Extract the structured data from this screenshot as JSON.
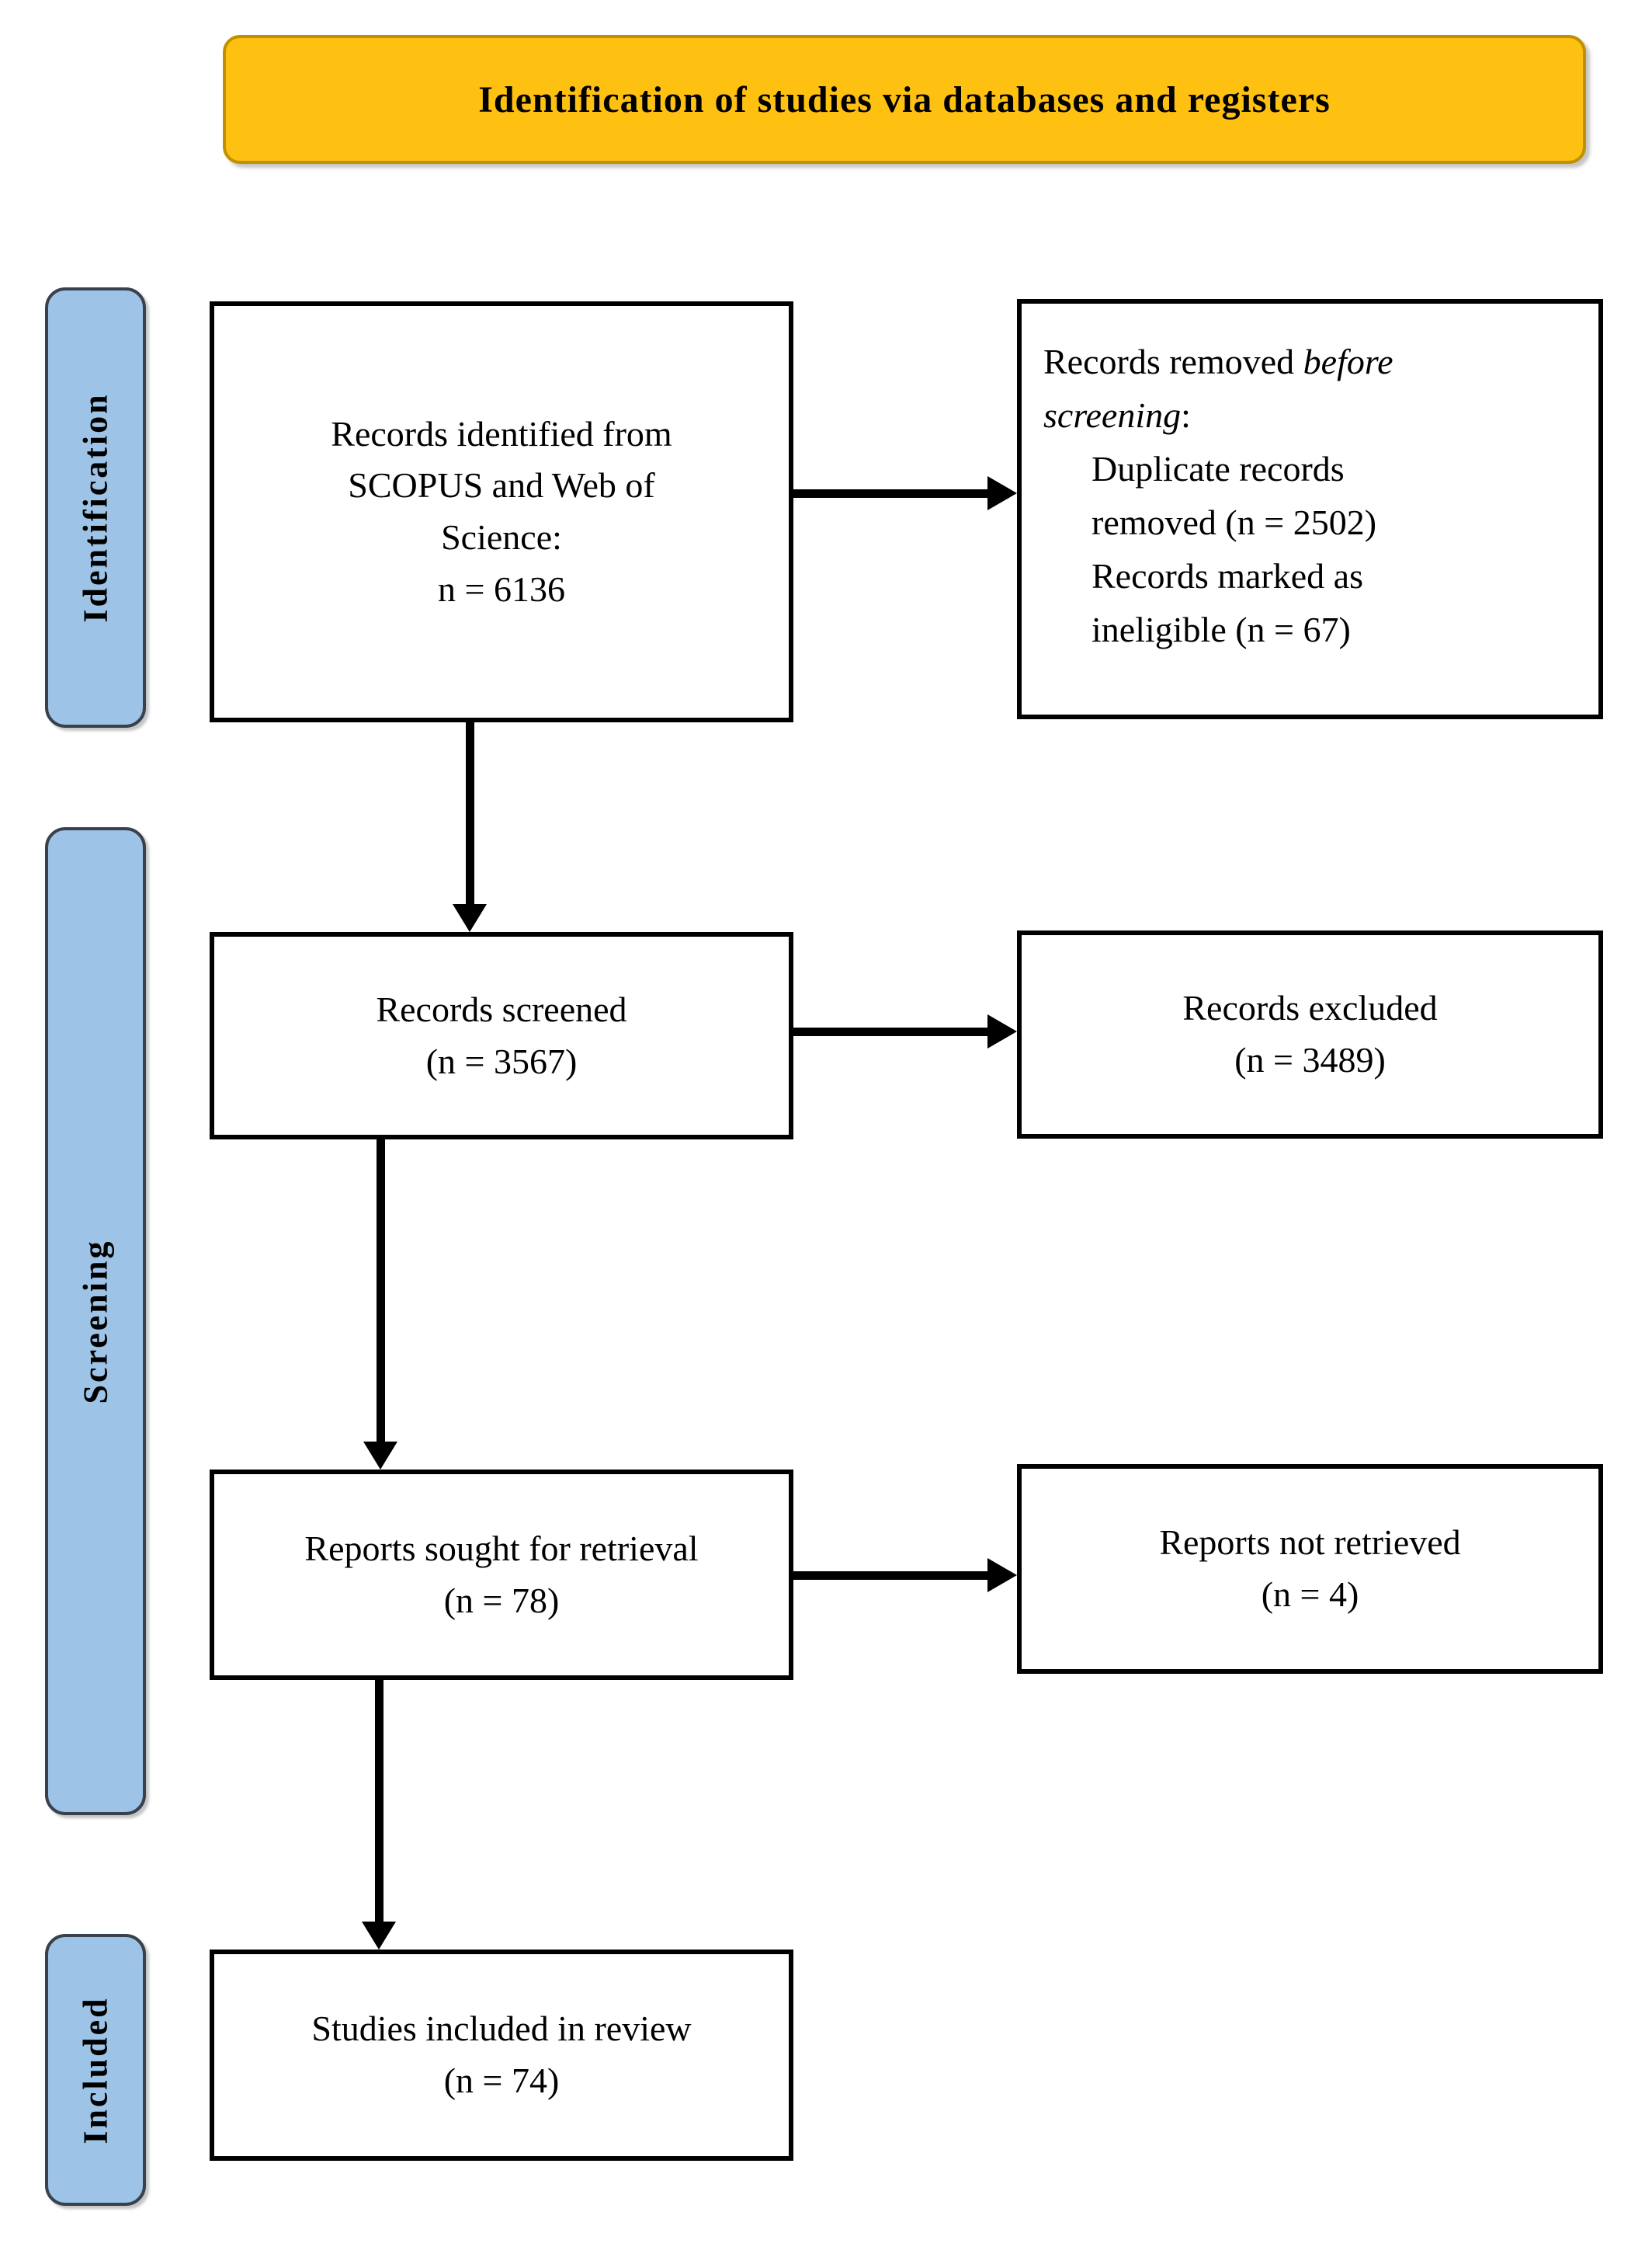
{
  "banner": {
    "title": "Identification of studies via databases and registers"
  },
  "sidebar": {
    "identification_label": "Identification",
    "screening_label": "Screening",
    "included_label": "Included"
  },
  "boxes": {
    "identified": {
      "line1": "Records identified from",
      "line2": "SCOPUS and Web of",
      "line3": "Science:",
      "line4": "n = 6136"
    },
    "removed": {
      "intro_prefix": "Records removed ",
      "intro_italic": "before screening",
      "intro_suffix": ":",
      "item1": "Duplicate records removed (n = 2502)",
      "item2": "Records marked as ineligible (n = 67)"
    },
    "screened": {
      "line1": "Records screened",
      "line2": "(n = 3567)"
    },
    "excluded": {
      "line1": "Records excluded",
      "line2": "(n = 3489)"
    },
    "sought": {
      "line1": "Reports sought for retrieval",
      "line2": "(n = 78)"
    },
    "not_retrieved": {
      "line1": "Reports not retrieved",
      "line2": "(n = 4)"
    },
    "included_studies": {
      "line1": "Studies included in review",
      "line2": "(n = 74)"
    }
  },
  "colors": {
    "banner_bg": "#FEC011",
    "banner_border": "#BF9000",
    "stage_bg": "#9DC3E6",
    "stage_border": "#39414D",
    "box_border": "#000000",
    "arrow": "#000000",
    "text": "#000000"
  }
}
